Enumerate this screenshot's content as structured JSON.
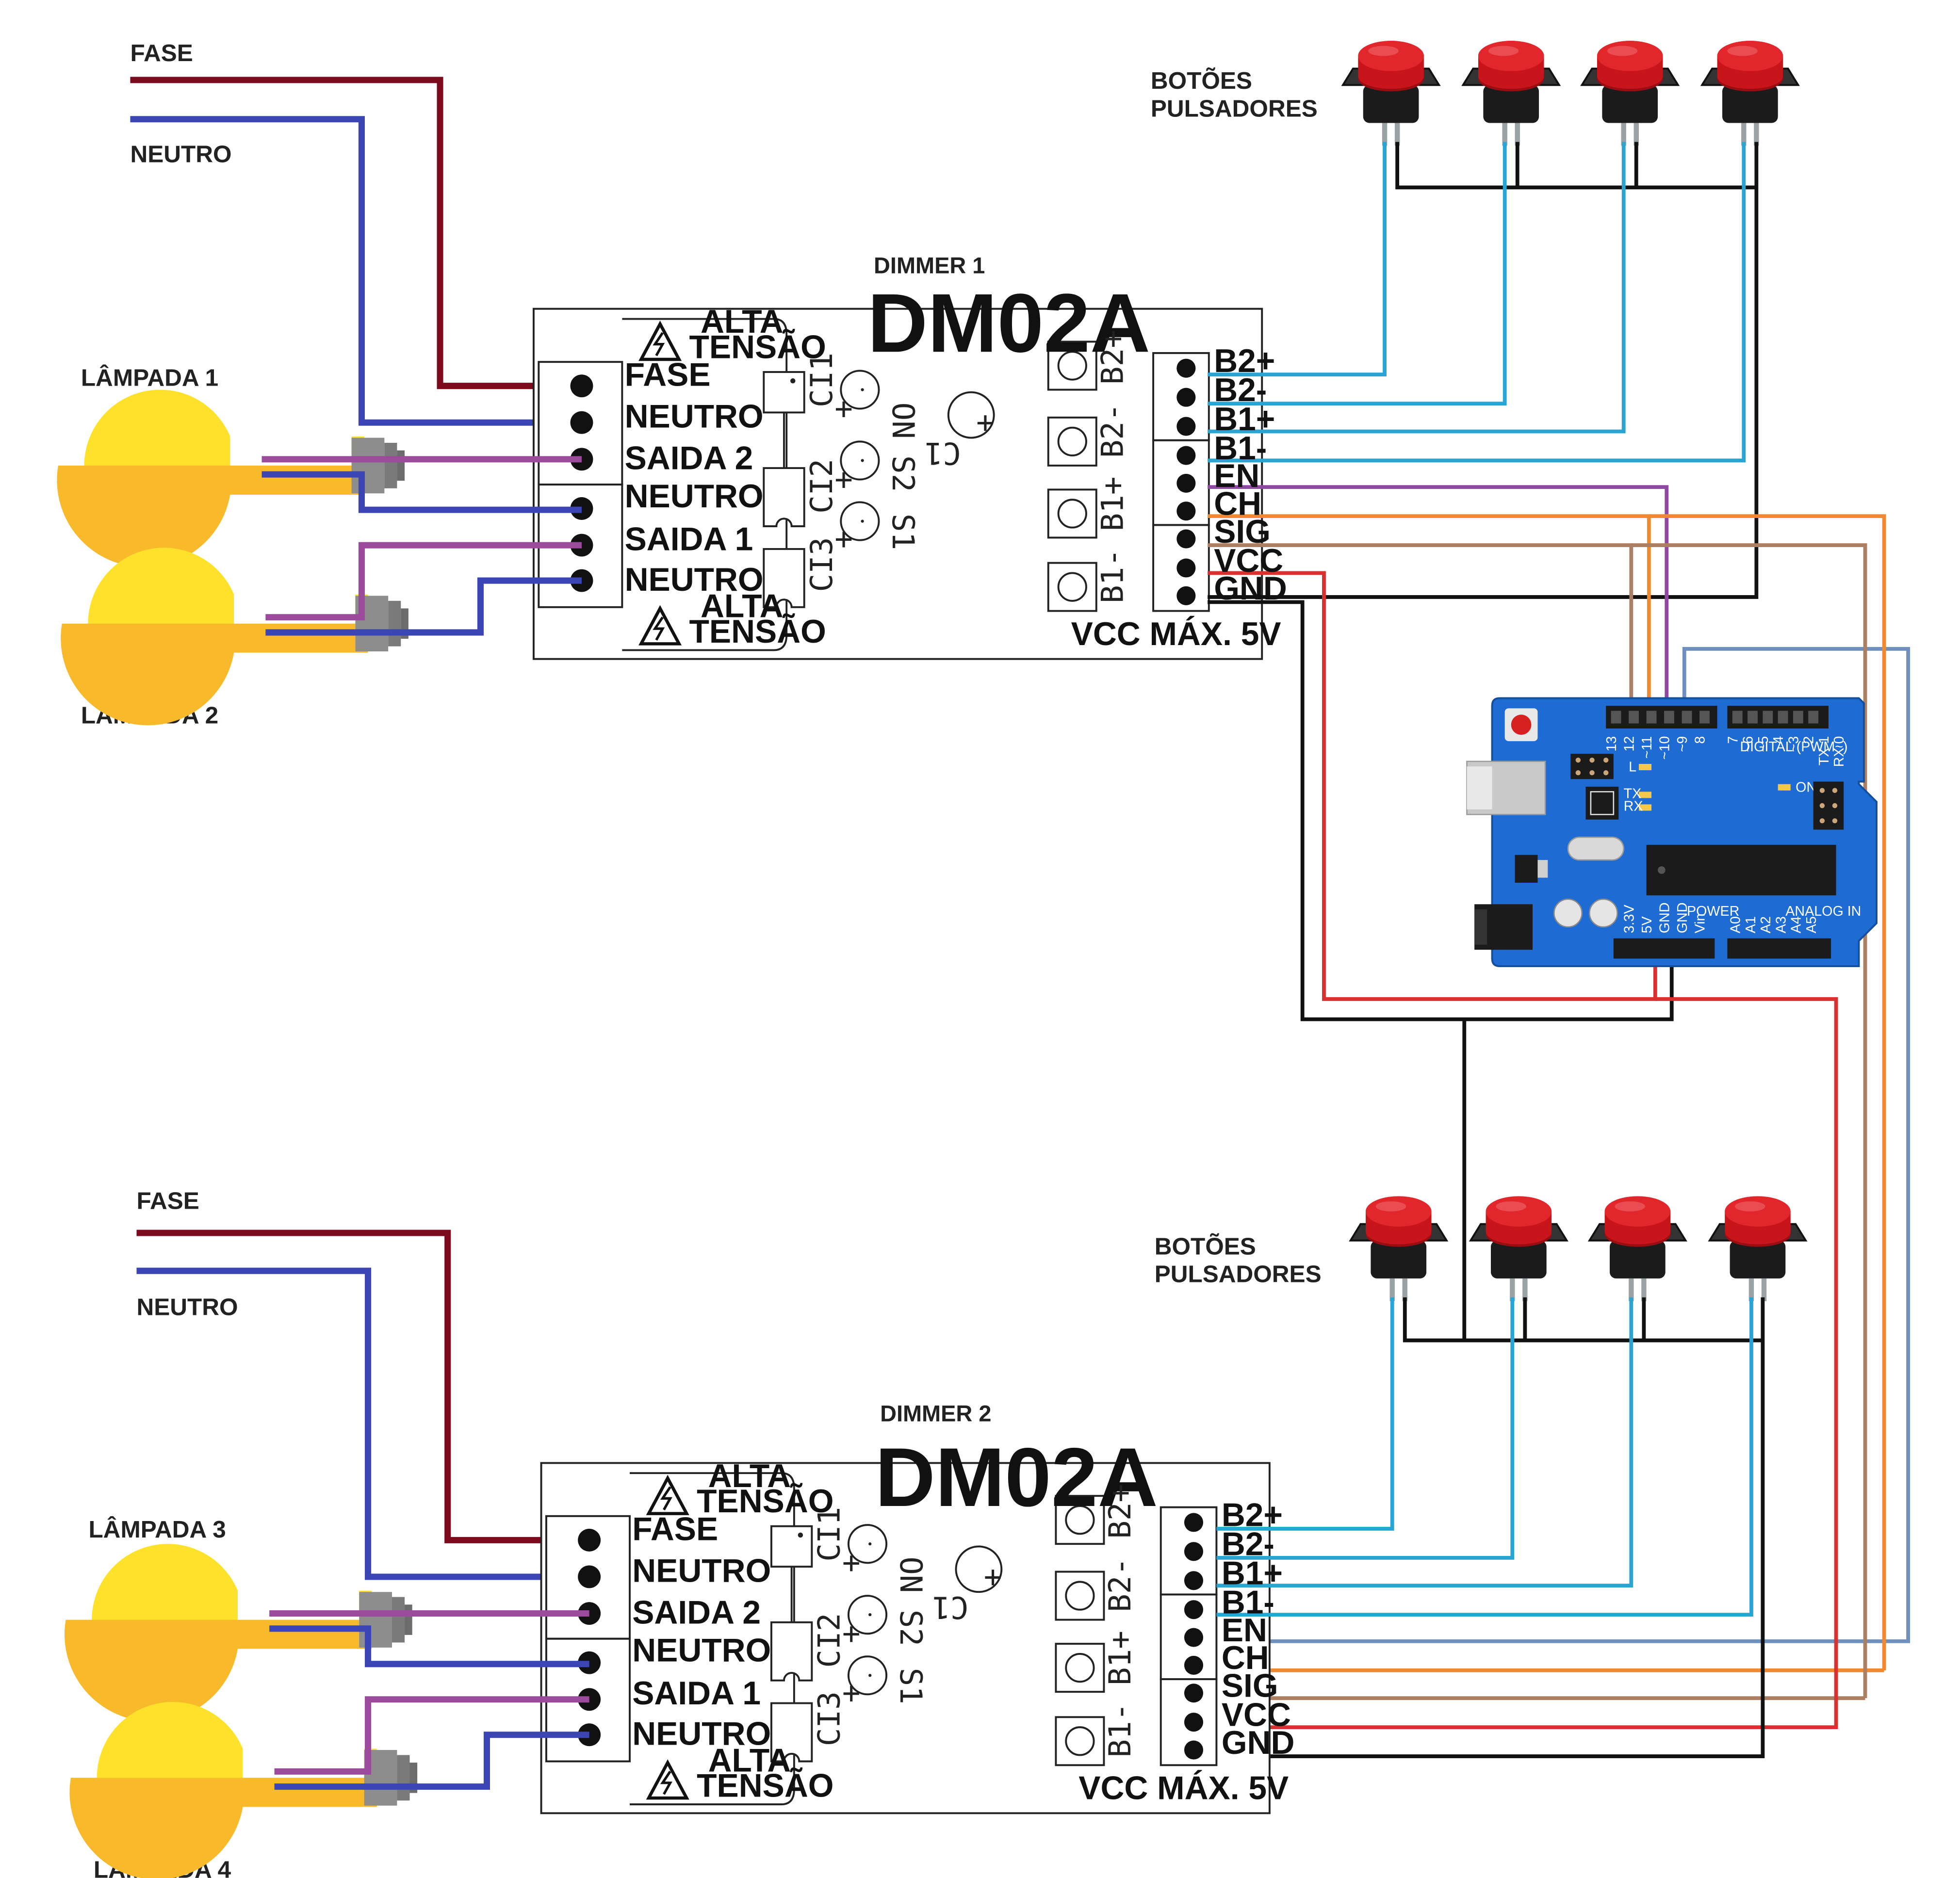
{
  "colors": {
    "fase": "#7a0a1c",
    "neutro": "#3c45b4",
    "saida": "#9b4a9c",
    "button_wire": "#2aa4d2",
    "black": "#111111",
    "en_purple": "#8e4aa3",
    "en_grey_blue": "#6f8fbf",
    "ch_orange": "#ef8a32",
    "sig_brown": "#ad7f62",
    "vcc_red": "#d93030",
    "arduino_blue": "#1e6cd3",
    "button_red": "#c8141b",
    "bulb_yellow": "#fde12b",
    "bulb_orange": "#f8b92b"
  },
  "top": {
    "fase_label": "FASE",
    "neutro_label": "NEUTRO",
    "lamp1_label": "LÂMPADA 1",
    "lamp2_label": "LÂMPADA 2",
    "buttons_label_1": "BOTÕES",
    "buttons_label_2": "PULSADORES",
    "dimmer_title": "DIMMER 1"
  },
  "bottom": {
    "fase_label": "FASE",
    "neutro_label": "NEUTRO",
    "lamp3_label": "LÂMPADA 3",
    "lamp4_label": "LÂMPADA 4",
    "buttons_label_1": "BOTÕES",
    "buttons_label_2": "PULSADORES",
    "dimmer_title": "DIMMER 2"
  },
  "dimmer": {
    "model": "DM02A",
    "warn_1": "ALTA",
    "warn_2": "TENSÃO",
    "left_terminals": [
      "FASE",
      "NEUTRO",
      "SAIDA 2",
      "NEUTRO",
      "SAIDA 1",
      "NEUTRO"
    ],
    "right_terminals": [
      "B2+",
      "B2-",
      "B1+",
      "B1-",
      "EN",
      "CH",
      "SIG",
      "VCC",
      "GND"
    ],
    "button_labels": [
      "B2+",
      "B2-",
      "B1+",
      "B1-"
    ],
    "vcc_note": "VCC MÁX. 5V",
    "ci1": "CI1",
    "ci2": "CI2",
    "ci3": "CI3",
    "c1": "C1",
    "on": "ON",
    "s1": "S1",
    "s2": "S2",
    "plus": "+"
  },
  "arduino": {
    "digital_label": "DIGITAL (PWM~)",
    "power_label": "POWER",
    "analog_label": "ANALOG IN",
    "on_label": "ON",
    "l_label": "L",
    "tx_label": "TX",
    "rx_label": "RX",
    "digital_pins": [
      "13",
      "12",
      "~11",
      "~10",
      "~9",
      "8",
      "7",
      "~6",
      "~5",
      "4",
      "~3",
      "2",
      "TX 1",
      "RX 0"
    ],
    "power_pins": [
      "3.3V",
      "5V",
      "GND",
      "GND",
      "Vin"
    ],
    "analog_pins": [
      "A0",
      "A1",
      "A2",
      "A3",
      "A4",
      "A5"
    ]
  }
}
